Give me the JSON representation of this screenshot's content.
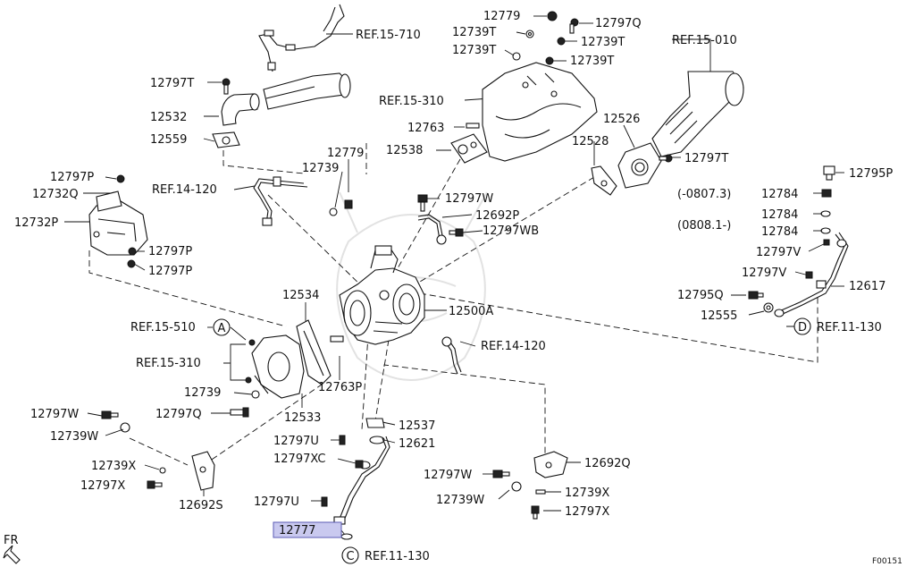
{
  "watermark_icon": "samurai-helmet-icon",
  "highlighted_part": "12777",
  "labels": {
    "p12779_top": "12779",
    "p12797Q_top": "12797Q",
    "p12739T_a": "12739T",
    "p12739T_b": "12739T",
    "p12739T_c": "12739T",
    "p12739T_d": "12739T",
    "ref15_710": "REF.15-710",
    "ref15_010": "REF.15-010",
    "p12797T_left": "12797T",
    "p12532": "12532",
    "ref15_310_top": "REF.15-310",
    "p12763": "12763",
    "p12526": "12526",
    "p12559": "12559",
    "p12538": "12538",
    "p12528": "12528",
    "p12797T_right": "12797T",
    "p12779_mid": "12779",
    "p12739_mid": "12739",
    "p12797P_top": "12797P",
    "p12732Q": "12732Q",
    "ref14_120_top": "REF.14-120",
    "p12797W_mid": "12797W",
    "p12795P": "12795P",
    "range_0807": "(-0807.3)",
    "p12784_a": "12784",
    "p12692P": "12692P",
    "p12732P": "12732P",
    "p12797WB": "12797WB",
    "p12784_b": "12784",
    "range_0808": "(0808.1-)",
    "p12784_c": "12784",
    "p12797P_a": "12797P",
    "p12797V_a": "12797V",
    "p12797P_b": "12797P",
    "p12797V_b": "12797V",
    "p12617": "12617",
    "p12534": "12534",
    "p12795Q": "12795Q",
    "p12500A": "12500A",
    "p12555": "12555",
    "ref15_510": "REF.15-510",
    "callout_A": "A",
    "ref14_120_mid": "REF.14-120",
    "callout_D": "D",
    "ref11_130_right": "REF.11-130",
    "ref15_310_left": "REF.15-310",
    "p12763P": "12763P",
    "p12739_left": "12739",
    "p12797W_left": "12797W",
    "p12797Q_left": "12797Q",
    "p12533": "12533",
    "p12537": "12537",
    "p12739W_left": "12739W",
    "p12797U_a": "12797U",
    "p12621": "12621",
    "p12797XC": "12797XC",
    "p12692Q": "12692Q",
    "p12739X_left": "12739X",
    "p12797W_right": "12797W",
    "p12797X_left": "12797X",
    "p12739X_right": "12739X",
    "p12739W_right": "12739W",
    "p12692S": "12692S",
    "p12797U_b": "12797U",
    "p12797X_right": "12797X",
    "p12777": "12777",
    "fr": "FR",
    "callout_C": "C",
    "ref11_130_bottom": "REF.11-130",
    "figure_code": "F00151"
  }
}
